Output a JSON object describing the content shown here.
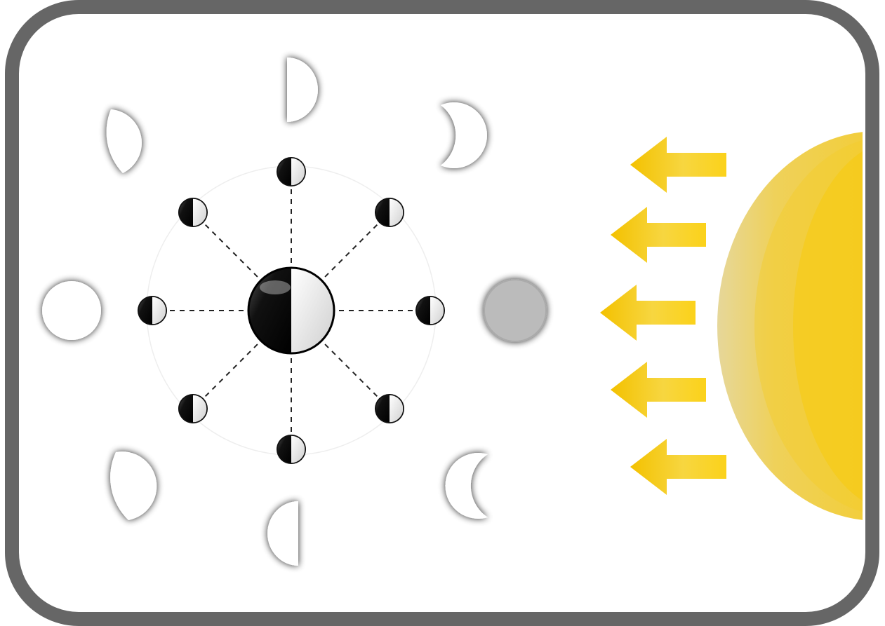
{
  "colors": {
    "frame": "#666666",
    "background": "#ffffff",
    "sun_light": "#f5cd1f",
    "sun_edge": "#e8d48a",
    "arrow_dark": "#f5c400",
    "arrow_light": "#fff3a8",
    "moon_light": "#e6e6e6",
    "moon_dark": "#000000",
    "new_moon": "#bbbbbb"
  },
  "diagram": {
    "orbit_positions": 8,
    "outer_phases": [
      "new-moon",
      "waxing-crescent",
      "first-quarter",
      "waxing-gibbous",
      "full-moon",
      "waning-gibbous",
      "last-quarter",
      "waning-crescent"
    ],
    "sunlight_arrows": 5,
    "light_direction": "from-right"
  }
}
